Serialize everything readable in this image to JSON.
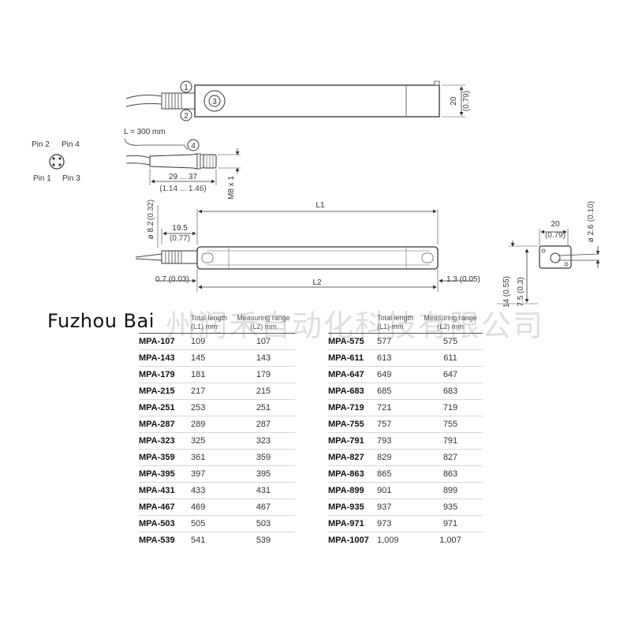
{
  "callouts": {
    "c1": "1",
    "c2": "2",
    "c3": "3",
    "c4": "4"
  },
  "labels": {
    "cable_length": "L = 300 mm",
    "pin2": "Pin 2",
    "pin4": "Pin 4",
    "pin1": "Pin 1",
    "pin3": "Pin 3",
    "plug_length": "29 ... 37",
    "plug_length_in": "(1.14 ... 1.46)",
    "thread": "M8 x 1",
    "height_mm": "20",
    "height_in": "(0.79)",
    "L1": "L1",
    "L2": "L2",
    "diam_mm": "ø 8.2",
    "diam_in": "(0.32)",
    "offset_mm": "19.5",
    "offset_in": "(0.77)",
    "left_gap": "0.7 (0.03)",
    "right_gap": "1.3 (0.05)",
    "end_width_mm": "20",
    "end_width_in": "(0.79)",
    "hole_mm": "ø 2.6",
    "hole_in": "(0.10)",
    "end_h1": "14 (0.55)",
    "end_h2": "7.5 (0.3)"
  },
  "watermark": {
    "latin": "Fuzhou Bai",
    "cjk": "州润禾自动化科技有限公司"
  },
  "table": {
    "headers": {
      "total_length": "Total length",
      "total_length_unit": "(L1) mm",
      "measuring_range": "Measuring range",
      "measuring_range_unit": "(L2) mm"
    },
    "left_rows": [
      {
        "model": "MPA-107",
        "l1": "109",
        "l2": "107"
      },
      {
        "model": "MPA-143",
        "l1": "145",
        "l2": "143"
      },
      {
        "model": "MPA-179",
        "l1": "181",
        "l2": "179"
      },
      {
        "model": "MPA-215",
        "l1": "217",
        "l2": "215"
      },
      {
        "model": "MPA-251",
        "l1": "253",
        "l2": "251"
      },
      {
        "model": "MPA-287",
        "l1": "289",
        "l2": "287"
      },
      {
        "model": "MPA-323",
        "l1": "325",
        "l2": "323"
      },
      {
        "model": "MPA-359",
        "l1": "361",
        "l2": "359"
      },
      {
        "model": "MPA-395",
        "l1": "397",
        "l2": "395"
      },
      {
        "model": "MPA-431",
        "l1": "433",
        "l2": "431"
      },
      {
        "model": "MPA-467",
        "l1": "469",
        "l2": "467"
      },
      {
        "model": "MPA-503",
        "l1": "505",
        "l2": "503"
      },
      {
        "model": "MPA-539",
        "l1": "541",
        "l2": "539"
      }
    ],
    "right_rows": [
      {
        "model": "MPA-575",
        "l1": "577",
        "l2": "575"
      },
      {
        "model": "MPA-611",
        "l1": "613",
        "l2": "611"
      },
      {
        "model": "MPA-647",
        "l1": "649",
        "l2": "647"
      },
      {
        "model": "MPA-683",
        "l1": "685",
        "l2": "683"
      },
      {
        "model": "MPA-719",
        "l1": "721",
        "l2": "719"
      },
      {
        "model": "MPA-755",
        "l1": "757",
        "l2": "755"
      },
      {
        "model": "MPA-791",
        "l1": "793",
        "l2": "791"
      },
      {
        "model": "MPA-827",
        "l1": "829",
        "l2": "827"
      },
      {
        "model": "MPA-863",
        "l1": "865",
        "l2": "863"
      },
      {
        "model": "MPA-899",
        "l1": "901",
        "l2": "899"
      },
      {
        "model": "MPA-935",
        "l1": "937",
        "l2": "935"
      },
      {
        "model": "MPA-971",
        "l1": "973",
        "l2": "971"
      },
      {
        "model": "MPA-1007",
        "l1": "1,009",
        "l2": "1,007"
      }
    ]
  }
}
